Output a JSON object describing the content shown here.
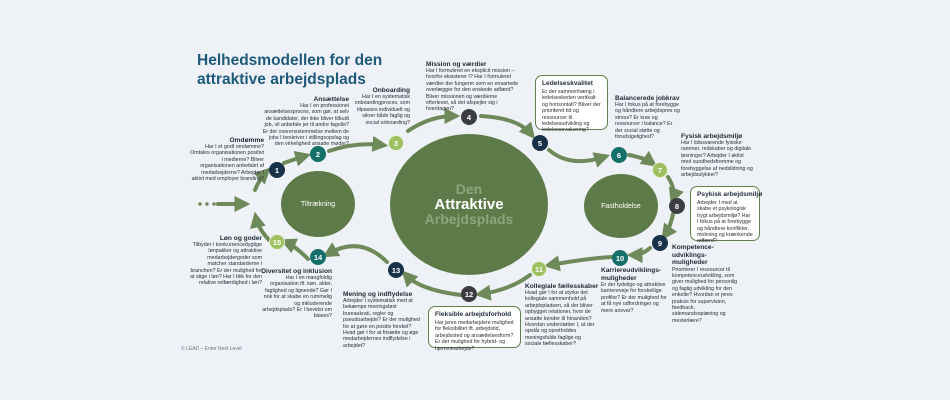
{
  "title": "Helhedsmodellen for den attraktive arbejdsplads",
  "center": {
    "line1": "Den",
    "line2": "Attraktive",
    "line3": "Arbejdsplads"
  },
  "left_circle": "Tiltrækning",
  "right_circle": "Fastholdelse",
  "copyright": "© LEAD – Enter Next Level",
  "colors": {
    "navy": "#193247",
    "teal": "#15706a",
    "lime": "#9dc060",
    "dark": "#3b3d40",
    "green": "#5d7b48",
    "arrow": "#6f8a5a",
    "title": "#1f5a7a"
  },
  "steps": [
    {
      "num": "1",
      "title": "Omdømme",
      "text": "Har I et godt omdømme? Omtales organisationen positivt i medierne? Bliver organisationen anbefalet af medarbejderne? Arbejder I aktivt med employer branding?"
    },
    {
      "num": "2",
      "title": "Ansættelse",
      "text": "Har I en professionel ansættelsesproces, som gør, at selv de kandidater, der ikke bliver tilbudt job, vil anbefale jer til andre fagolle? Er der overensstemmelse mellem de jobs I beskriver i stillingsopslag og den virkelighed ansatte møder?"
    },
    {
      "num": "3",
      "title": "Onboarding",
      "text": "Har I en systematisk onboardingproces, som tilpasses individuelt og sikrer både faglig og social onboarding?"
    },
    {
      "num": "4",
      "title": "Mission og værdier",
      "text": "Har I formuleret en eksplicit mission – hvorfor eksisterer I? Har I formuleret værdier der fungerer som en ensartede overlægger for den enskede adfærd? Bliver missionen og værdierne efterlevet, så det afspejler sig i hverdagen?"
    },
    {
      "num": "5",
      "title": "Ledelseskvalitet",
      "text": "Er der sammenhæng i ledelseskeden vertikalt og horisontalt? Bliver der prioriteret tid og ressourcer til ledelsesudvikling og ledelsesevaluering?"
    },
    {
      "num": "6",
      "title": "Balancerede jobkrav",
      "text": "Har I fokus på at forebygge og håndtere arbejdspres og stress? Er krav og ressourcer i balance? Er der social støtte og forudsigelighed?"
    },
    {
      "num": "7",
      "title": "Fysisk arbejdsmiljø",
      "text": "Har I tidssvarende fysiske rammer, redskaber og digitale løsninger? Arbejder I aktivt med sundhedsfremme og forebyggelse af nedslidning og arbejdsulykker?"
    },
    {
      "num": "8",
      "title": "Psykisk arbejdsmiljø",
      "text": "Arbejder I med at skabe et psykologisk trygt arbejdsmiljø? Har I fokus på at forebygge og håndtere konflikter, mobning og krænkende adfærd?"
    },
    {
      "num": "9",
      "title": "Kompetence-udviklings-muligheder",
      "text": "Prioriterer I ressourcer til kompetenceudvikling, som giver mulighed for personlig og faglig udvikling for den enkelte? Hvordan er jeres praksis for supervision, feedback, sidemandsoplæring og mesterlære?"
    },
    {
      "num": "10",
      "title": "Karriereudviklings-muligheder",
      "text": "Er der tydelige og attraktive karriereveje for forskellige profiler? Er der mulighed for at få nye udfordringer og mere ansvar?"
    },
    {
      "num": "11",
      "title": "Kollegiale fællesskaber",
      "text": "Hvad gør I for at styrke det kollegiale sammenhold på arbejdspladsen, så der bliver opbygget relationer, hvor de ansatte kender til hinanden? Hvordan understøtter I, at der opstår og opretholdes meningsfulde faglige og sociale fællesskaber?"
    },
    {
      "num": "12",
      "title": "Fleksible arbejdsforhold",
      "text": "Har jeres medarbejdere mulighed for fleksibilitet ift. arbejdstid, arbejdssted og ansættelsesform? Er der mulighed for hybrid- og hjemmearbejde?"
    },
    {
      "num": "13",
      "title": "Mening og indflydelse",
      "text": "Arbejder I systematisk med at bekæmpe meningsløst bureaukrati, regler og pseudoarbejde? Er der mulighed for at gøre en positiv forskel? Hvad gør I for at frisætte og øge medarbejdernes indflydelse i arbejdet?"
    },
    {
      "num": "14",
      "title": "Diversitet og inklusion",
      "text": "Har I en mangfoldig organisation ift. køn, alder, faglighed og lignende? Gør I nok for at skabe en rummelig og inkluderende arbejdsplads? Er I bevidst om biases?"
    },
    {
      "num": "15",
      "title": "Løn og goder",
      "text": "Tilbyder I konkurrencedygtige lønpakker og attraktive medarbejdergoder som matcher standarderne i branchen? Er der mulighed for at stige i løn? Har I blik for den relative retfærdighed i løn?"
    }
  ]
}
